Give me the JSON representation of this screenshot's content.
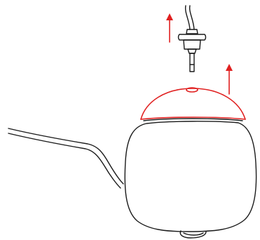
{
  "diagram": {
    "type": "assembly-illustration",
    "colors": {
      "outline": "#1a1a1a",
      "highlight": "#e02020",
      "background": "#ffffff"
    },
    "parts": [
      {
        "id": "cable-plug",
        "state": "being-removed",
        "direction": "up"
      },
      {
        "id": "top-cover",
        "state": "being-removed",
        "direction": "up"
      },
      {
        "id": "base-body",
        "state": "stationary"
      },
      {
        "id": "power-cable",
        "state": "stationary"
      }
    ]
  }
}
